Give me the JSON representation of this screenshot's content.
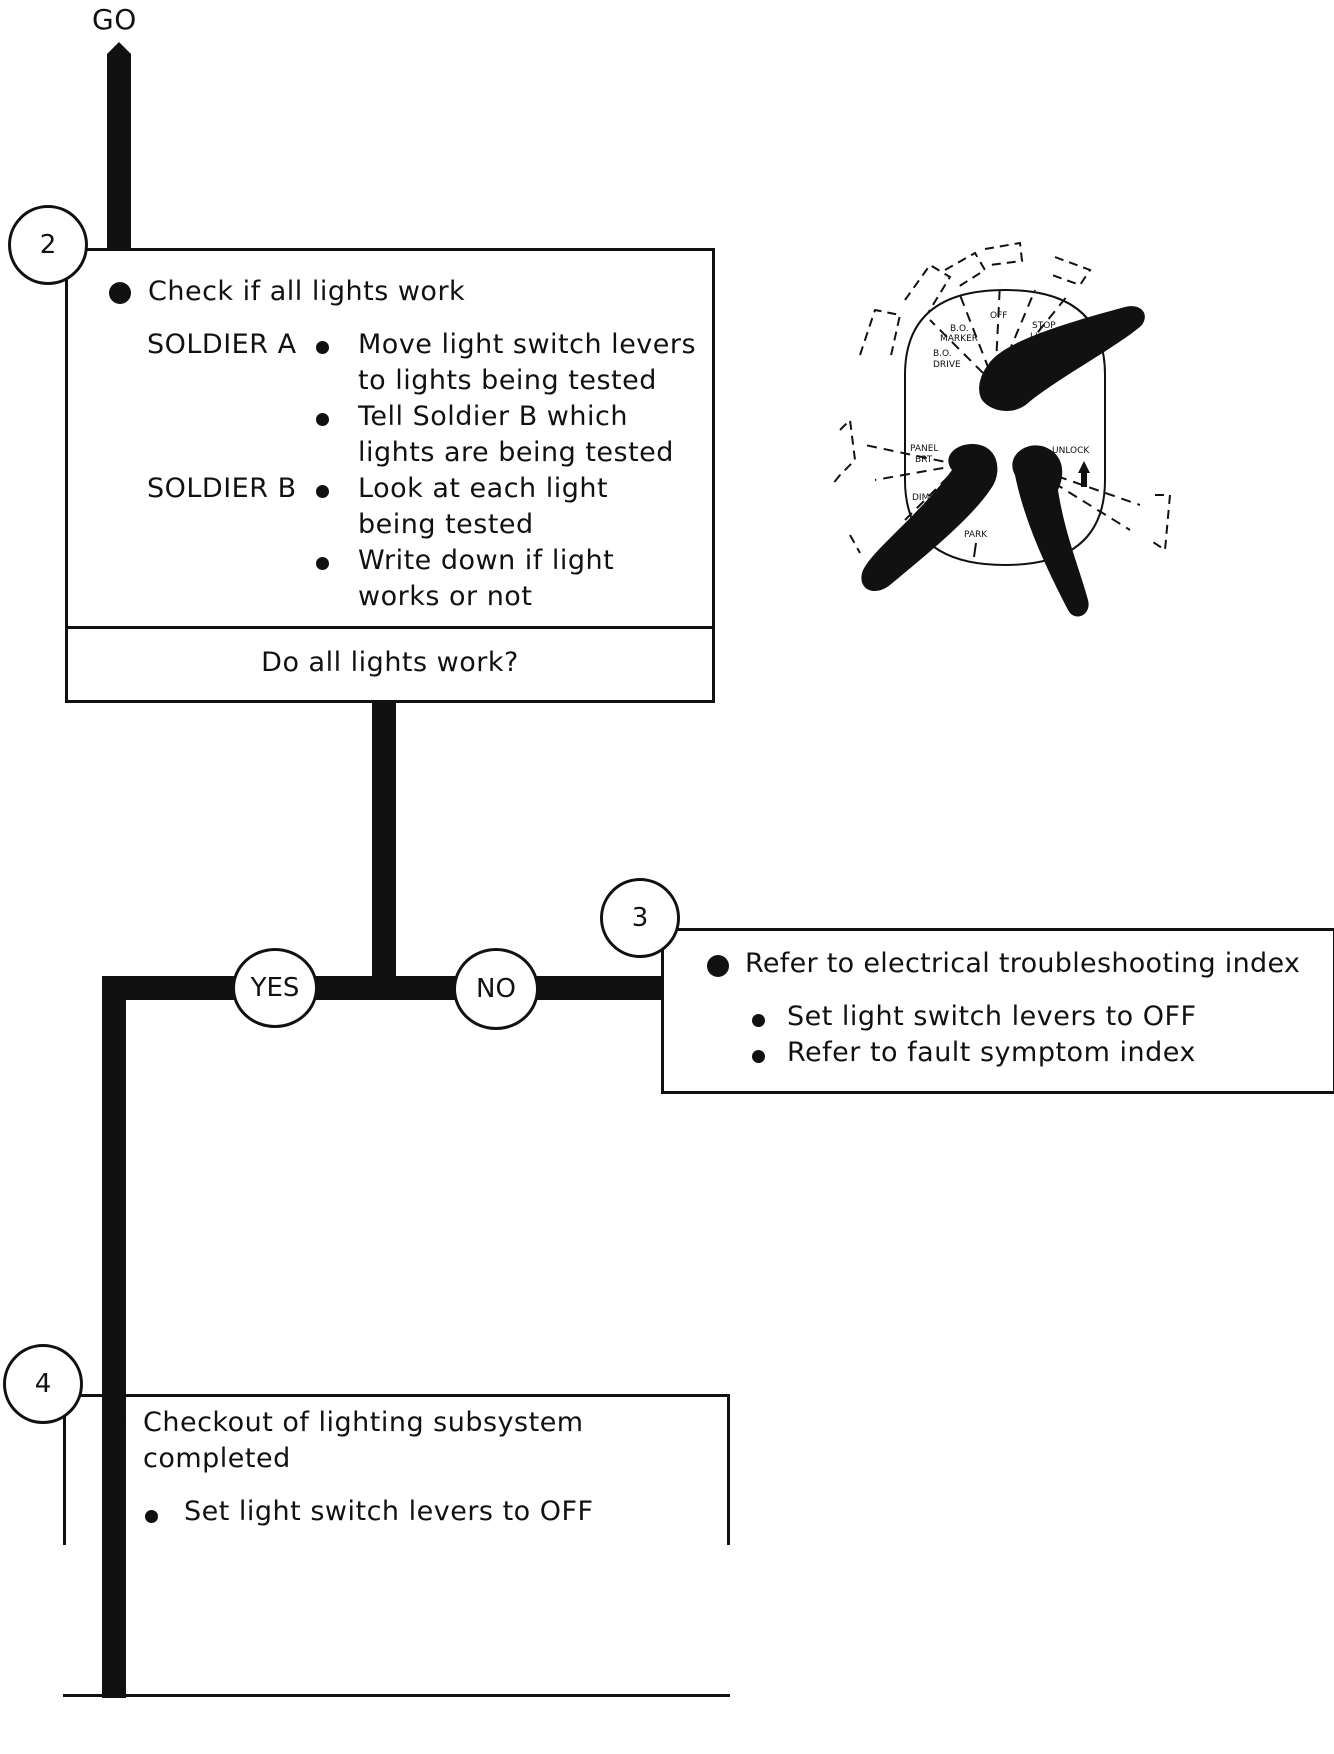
{
  "start_label": "GO",
  "step2": {
    "number": "2",
    "heading": "Check if all lights work",
    "soldier_a_label": "SOLDIER A",
    "soldier_a_items": [
      [
        "Move light switch levers",
        "to lights being tested"
      ],
      [
        "Tell Soldier B which",
        "lights are being tested"
      ]
    ],
    "soldier_b_label": "SOLDIER B",
    "soldier_b_items": [
      [
        "Look at each light",
        "being tested"
      ],
      [
        "Write down if light",
        "works or not"
      ]
    ],
    "question": "Do all lights work?"
  },
  "branches": {
    "yes": "YES",
    "no": "NO"
  },
  "step3": {
    "number": "3",
    "heading": "Refer to electrical troubleshooting index",
    "items": [
      "Set light switch levers to OFF",
      "Refer to fault symptom index"
    ]
  },
  "step4": {
    "number": "4",
    "heading_lines": [
      "Checkout of lighting subsystem",
      "completed"
    ],
    "items": [
      "Set light switch levers to OFF"
    ]
  },
  "switch_illustration": {
    "labels": {
      "off": "OFF",
      "stop_light_1": "STOP",
      "stop_light_2": "LIGHT",
      "bo_marker_1": "B.O.",
      "bo_marker_2": "MARKER",
      "bo_drive_1": "B.O.",
      "bo_drive_2": "DRIVE",
      "panel": "PANEL",
      "bright": "BRT",
      "dim": "DIM",
      "park": "PARK",
      "unlock": "UNLOCK"
    }
  }
}
